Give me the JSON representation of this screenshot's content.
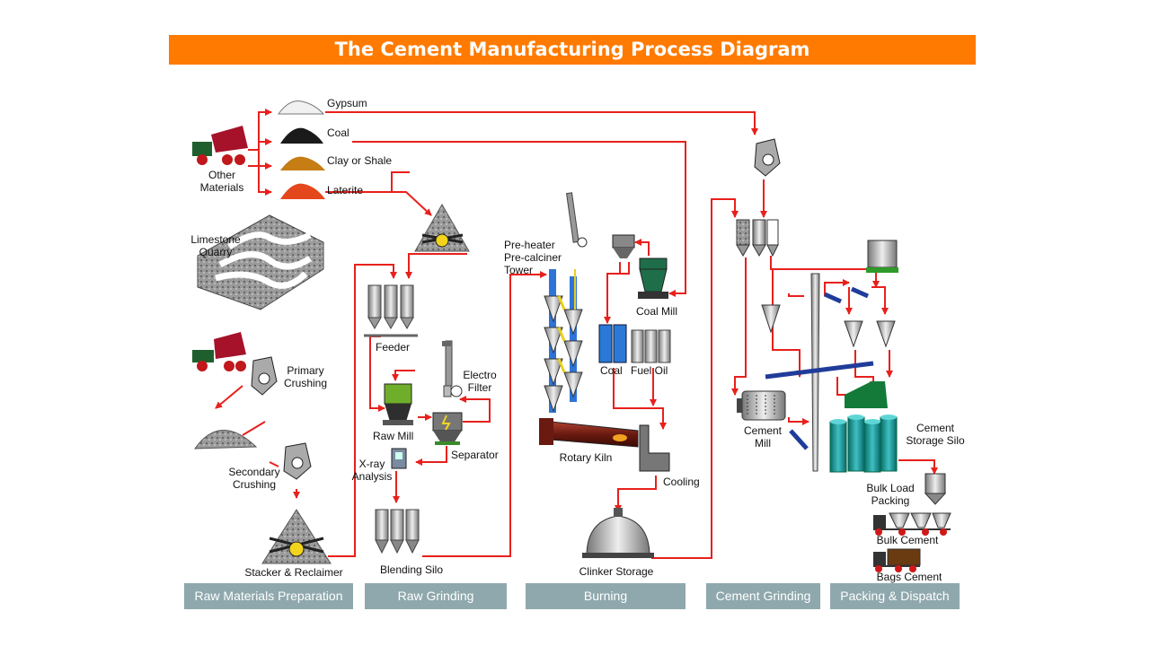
{
  "title": "The Cement Manufacturing Process Diagram",
  "stages": [
    "Raw Materials Preparation",
    "Raw Grinding",
    "Burning",
    "Cement Grinding",
    "Packing & Dispatch"
  ],
  "labels": {
    "gypsum": "Gypsum",
    "coal_pile": "Coal",
    "clay": "Clay or Shale",
    "laterite": "Laterite",
    "other_materials": "Other\nMaterials",
    "limestone_quarry": "Limestone\nQuarry",
    "primary_crushing": "Primary\nCrushing",
    "secondary_crushing": "Secondary\nCrushing",
    "stacker": "Stacker & Reclaimer",
    "feeder": "Feeder",
    "raw_mill": "Raw Mill",
    "electro_filter": "Electro\nFilter",
    "separator": "Separator",
    "xray": "X-ray\nAnalysis",
    "blending_silo": "Blending Silo",
    "preheater": "Pre-heater\nPre-calciner\nTower",
    "coal_mill": "Coal Mill",
    "coal": "Coal",
    "fuel_oil": "Fuel Oil",
    "rotary_kiln": "Rotary Kiln",
    "cooling": "Cooling",
    "clinker_storage": "Clinker Storage",
    "cement_mill": "Cement\nMill",
    "cement_storage_silo": "Cement\nStorage Silo",
    "bulk_load_packing": "Bulk Load\nPacking",
    "bulk_cement": "Bulk Cement",
    "bags_cement": "Bags Cement"
  },
  "colors": {
    "title_bar": "#ff7a00",
    "stage_bar": "#8fa8ad",
    "flow_line": "#e8201c",
    "silo_teal": "#0f8f8f",
    "mill_green": "#1f6e4a"
  }
}
